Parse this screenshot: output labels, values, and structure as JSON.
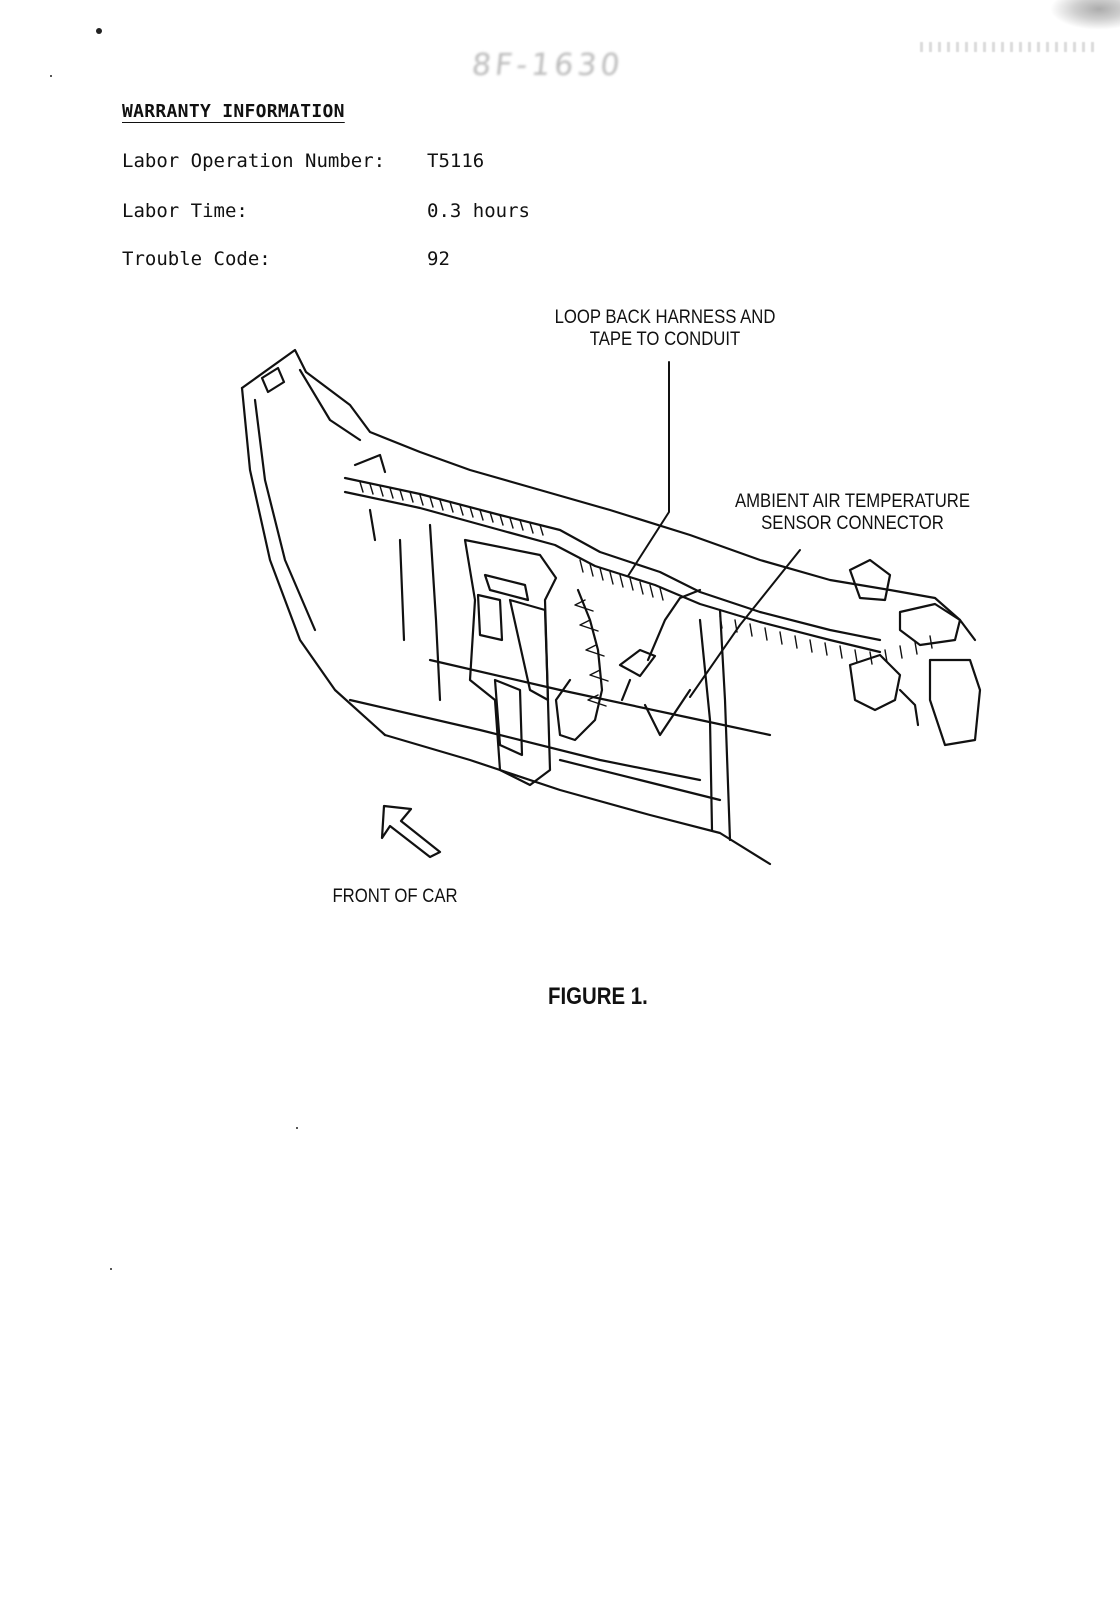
{
  "header": {
    "stamp_text": "8F-1630"
  },
  "warranty": {
    "heading": "WARRANTY INFORMATION",
    "rows": [
      {
        "label": "Labor Operation Number:",
        "value": "T5116"
      },
      {
        "label": "Labor Time:",
        "value": "0.3 hours"
      },
      {
        "label": "Trouble Code:",
        "value": "92"
      }
    ]
  },
  "figure": {
    "callouts": {
      "loop_back": [
        "LOOP BACK HARNESS AND",
        "TAPE TO CONDUIT"
      ],
      "sensor": [
        "AMBIENT AIR TEMPERATURE",
        "SENSOR CONNECTOR"
      ],
      "front": "FRONT OF CAR"
    },
    "caption": "FIGURE 1."
  }
}
